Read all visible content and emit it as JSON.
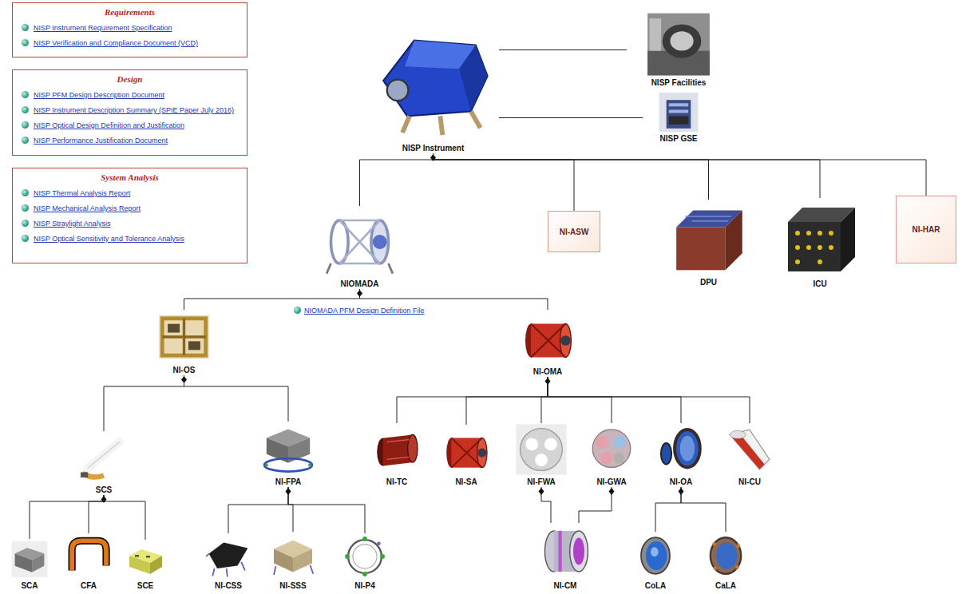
{
  "diagram": {
    "nodes": [
      {
        "text": [
          "Requirements",
          "NISP Instrument Requirement Specification",
          "NISP Verification and Compliance Document (VCD)"
        ]
      },
      {
        "text": [
          "Design",
          "NISP PFM Design Description Document",
          "NISP Instrument Description Summary (SPIE Paper July 2016)",
          "NISP Optical Design Definition and Justification",
          "NISP Performance Justification Document"
        ]
      },
      {
        "text": [
          "System Analysis",
          "NISP Thermal Analysis Report",
          "NISP Mechanical Analysis Report",
          "NISP Straylight Analysis",
          "NISP Optical Sensitivity and Tolerance Analysis"
        ]
      },
      {
        "text": [
          "NISP Instrument"
        ]
      },
      {
        "text": [
          "NISP Facilities"
        ]
      },
      {
        "text": [
          "NISP GSE"
        ]
      },
      {
        "text": [
          "NI-ASW"
        ]
      },
      {
        "text": [
          "DPU"
        ]
      },
      {
        "text": [
          "ICU"
        ]
      },
      {
        "text": [
          "NI-HAR"
        ]
      },
      {
        "text": [
          "NIOMADA"
        ]
      },
      {
        "text": [
          "NI-OS"
        ]
      },
      {
        "text": [
          "NI-OMA"
        ]
      },
      {
        "text": [
          "SCS"
        ]
      },
      {
        "text": [
          "NI-FPA"
        ]
      },
      {
        "text": [
          "NI-TC"
        ]
      },
      {
        "text": [
          "NI-SA"
        ]
      },
      {
        "text": [
          "NI-FWA"
        ]
      },
      {
        "text": [
          "NI-GWA"
        ]
      },
      {
        "text": [
          "NI-OA"
        ]
      },
      {
        "text": [
          "NI-CU"
        ]
      },
      {
        "text": [
          "SCA"
        ]
      },
      {
        "text": [
          "CFA"
        ]
      },
      {
        "text": [
          "SCE"
        ]
      },
      {
        "text": [
          "NI-CSS"
        ]
      },
      {
        "text": [
          "NI-SSS"
        ]
      },
      {
        "text": [
          "NI-P4"
        ]
      },
      {
        "text": [
          "NI-CM"
        ]
      },
      {
        "text": [
          "CoLA"
        ]
      },
      {
        "text": [
          "CaLA"
        ]
      }
    ],
    "edges": [
      {
        "from": 3,
        "to": 4,
        "arrow": "none"
      },
      {
        "from": 3,
        "to": 5,
        "arrow": "none"
      },
      {
        "from": 3,
        "to": 10,
        "arrow": "none"
      },
      {
        "from": 3,
        "to": 6,
        "arrow": "none"
      },
      {
        "from": 3,
        "to": 7,
        "arrow": "none"
      },
      {
        "from": 3,
        "to": 8,
        "arrow": "none"
      },
      {
        "from": 3,
        "to": 9,
        "arrow": "none"
      },
      {
        "from": 10,
        "to": 11,
        "arrow": "none"
      },
      {
        "from": 10,
        "to": 12,
        "arrow": "none"
      },
      {
        "from": 11,
        "to": 13,
        "arrow": "none"
      },
      {
        "from": 11,
        "to": 14,
        "arrow": "none"
      },
      {
        "from": 13,
        "to": 21,
        "arrow": "none"
      },
      {
        "from": 13,
        "to": 22,
        "arrow": "none"
      },
      {
        "from": 13,
        "to": 23,
        "arrow": "none"
      },
      {
        "from": 14,
        "to": 24,
        "arrow": "none"
      },
      {
        "from": 14,
        "to": 25,
        "arrow": "none"
      },
      {
        "from": 14,
        "to": 26,
        "arrow": "none"
      },
      {
        "from": 12,
        "to": 15,
        "arrow": "none"
      },
      {
        "from": 12,
        "to": 16,
        "arrow": "none"
      },
      {
        "from": 12,
        "to": 17,
        "arrow": "none"
      },
      {
        "from": 12,
        "to": 18,
        "arrow": "none"
      },
      {
        "from": 12,
        "to": 19,
        "arrow": "none"
      },
      {
        "from": 12,
        "to": 20,
        "arrow": "none"
      },
      {
        "from": 17,
        "to": 27,
        "arrow": "none"
      },
      {
        "from": 18,
        "to": 27,
        "arrow": "none"
      },
      {
        "from": 19,
        "to": 28,
        "arrow": "none"
      },
      {
        "from": 19,
        "to": 29,
        "arrow": "none"
      }
    ],
    "labels": [
      "NIOMADA PFM Design Definition File"
    ]
  }
}
